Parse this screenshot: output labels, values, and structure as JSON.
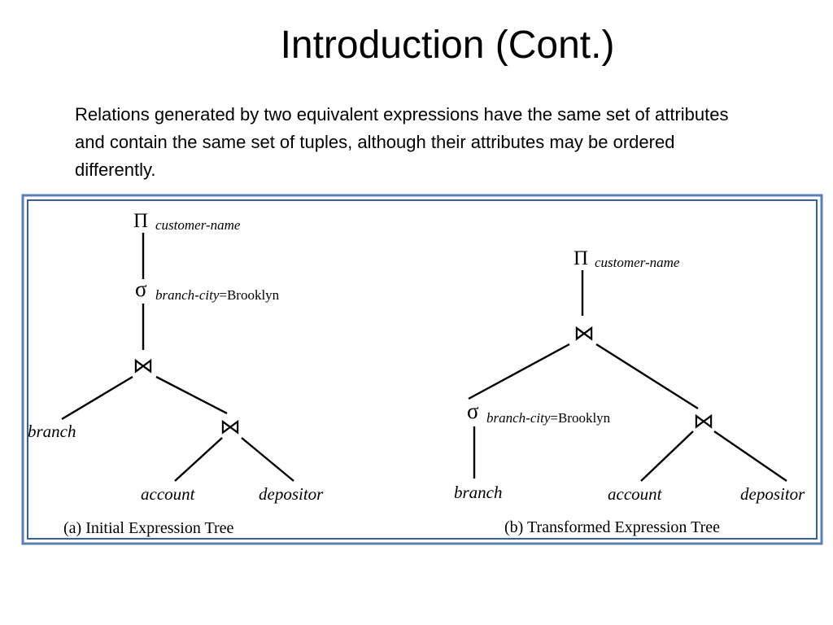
{
  "slide": {
    "title": "Introduction (Cont.)",
    "body": "Relations generated by two equivalent expressions have the same set of attributes and contain the same set of tuples, although their attributes may be ordered differently."
  },
  "tree_a": {
    "caption": "(a) Initial Expression Tree",
    "project_symbol": "Π",
    "project_attr": "customer-name",
    "select_symbol": "σ",
    "select_attr": "branch-city",
    "select_eq": "=Brooklyn",
    "join_symbol": "⋈",
    "leaf_branch": "branch",
    "leaf_account": "account",
    "leaf_depositor": "depositor"
  },
  "tree_b": {
    "caption": "(b) Transformed Expression Tree",
    "project_symbol": "Π",
    "project_attr": "customer-name",
    "select_symbol": "σ",
    "select_attr": "branch-city",
    "select_eq": "=Brooklyn",
    "join_symbol": "⋈",
    "leaf_branch": "branch",
    "leaf_account": "account",
    "leaf_depositor": "depositor"
  },
  "colors": {
    "frame_outer": "#5b7fb3",
    "frame_inner": "#3b5f97",
    "ink": "#000000"
  }
}
